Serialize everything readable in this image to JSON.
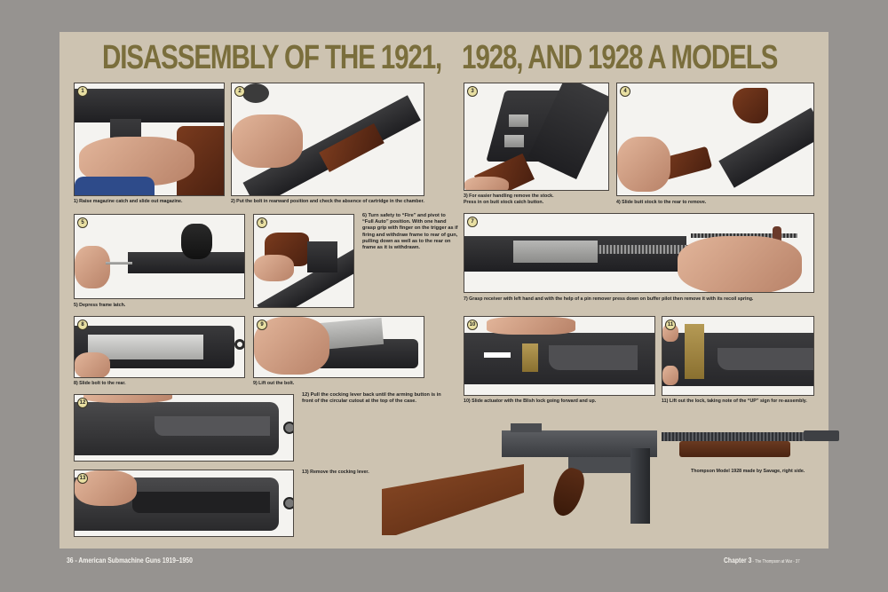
{
  "spread": {
    "title_left": "DISASSEMBLY OF THE 1921,",
    "title_right": "1928, AND 1928 A MODELS",
    "colors": {
      "background": "#969390",
      "page": "#cdc3b1",
      "title": "#7a6e3c",
      "badge": "#e8dfa2",
      "footer_text": "#f5f3ee"
    }
  },
  "steps": [
    {
      "num": "1",
      "caption": "1) Raise magazine catch and slide out magazine."
    },
    {
      "num": "2",
      "caption": "2) Put the bolt in rearward position and check the absence of cartridge in the chamber."
    },
    {
      "num": "3",
      "caption_line1": "3) For easier handling remove the stock.",
      "caption_line2": "Press in on butt stock catch button."
    },
    {
      "num": "4",
      "caption": "4) Slide butt stock to the rear to remove."
    },
    {
      "num": "5",
      "caption": "5) Depress frame latch."
    },
    {
      "num": "6",
      "caption": "6) Turn safety to “Fire” and pivot to “Full Auto” position. With one hand grasp grip with finger on the trigger as if firing and withdraw frame to rear of gun, pulling down as well as to the rear on frame as it is withdrawn."
    },
    {
      "num": "7",
      "caption": "7) Grasp receiver with left hand and with the help of a pin remover press down on buffer pilot then remove it with its recoil spring."
    },
    {
      "num": "8",
      "caption": "8) Slide bolt to the rear."
    },
    {
      "num": "9",
      "caption": "9) Lift out the bolt."
    },
    {
      "num": "10",
      "caption": "10) Slide actuator with the Blish lock going forward and up."
    },
    {
      "num": "11",
      "caption": "11) Lift out the lock, taking note of the “UP” sign for re-assembly."
    },
    {
      "num": "12",
      "caption": "12) Pull the cocking lever back until the arming button is in front of the circular cutout at the top of the case."
    },
    {
      "num": "13",
      "caption": "13) Remove the cocking lever."
    }
  ],
  "feature_photo": {
    "caption": "Thompson Model 1928 made by Savage, right side."
  },
  "footer": {
    "left_page_num": "36",
    "left_sep": " - ",
    "left_title": "American Submachine Guns 1919–1950",
    "right_chapter": "Chapter 3",
    "right_sep": " - ",
    "right_subtitle": "The Thompson at War",
    "right_sep2": " - ",
    "right_page_num": "37"
  }
}
